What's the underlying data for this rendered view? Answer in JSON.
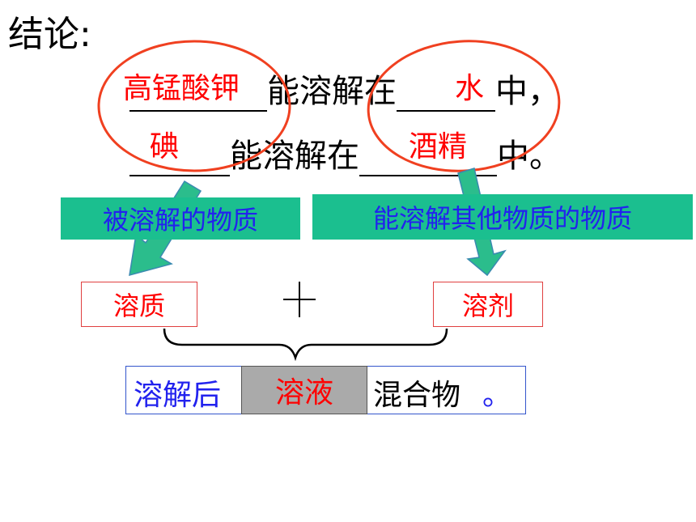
{
  "title": "结论:",
  "line1": {
    "answer1": "高锰酸钾",
    "text1": "能溶解在",
    "answer2": "水",
    "text2": "中，"
  },
  "line2": {
    "answer1": "碘",
    "text1": "能溶解在",
    "answer2": "酒精",
    "text2": "中。"
  },
  "labels": {
    "left": "被溶解的物质",
    "right": "能溶解其他物质的物质"
  },
  "terms": {
    "solute": "溶质",
    "plus": "+",
    "solvent": "溶剂"
  },
  "result": {
    "prefix": "溶解后",
    "cover": "溶液",
    "suffix1": "混合物",
    "suffix2": "。"
  },
  "colors": {
    "answer": "#ff0000",
    "label_bg": "#1bbf8f",
    "label_text": "#2222ee",
    "circle": "#f04020"
  }
}
